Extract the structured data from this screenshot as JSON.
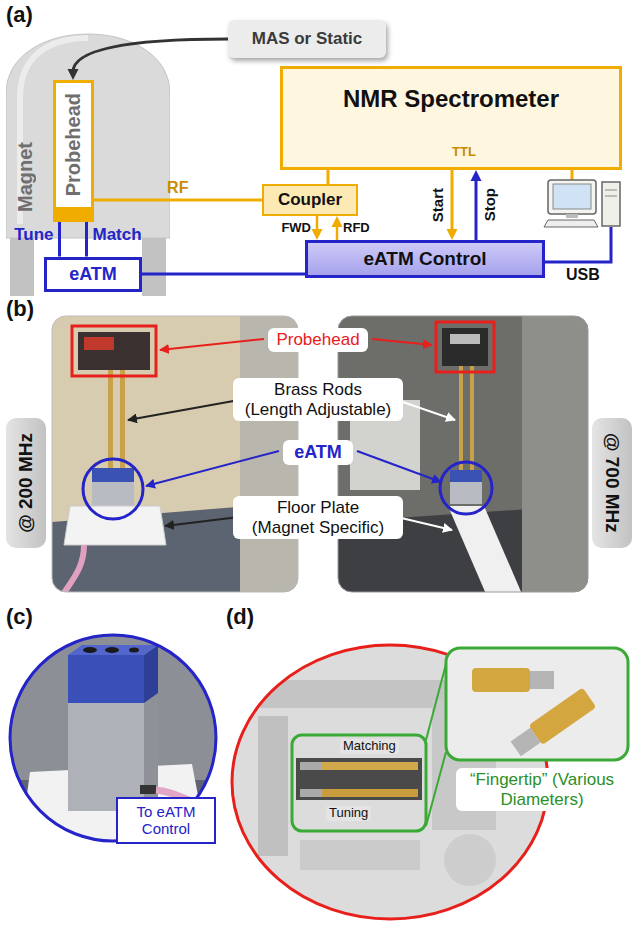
{
  "diagram": {
    "nodes": [
      {
        "text": [
          "MAS or Static"
        ]
      },
      {
        "text": [
          "Magnet"
        ]
      },
      {
        "text": [
          "Probehead"
        ],
        "in": 1
      },
      {
        "text": [
          "NMR Spectrometer",
          "TTL"
        ]
      },
      {
        "text": [
          "Coupler"
        ]
      },
      {
        "text": [
          "eATM"
        ]
      },
      {
        "text": [
          "eATM Control"
        ]
      },
      {
        "text": [
          "@ 200 MHz"
        ]
      },
      {
        "text": [
          "@ 700 MHz"
        ]
      },
      {
        "text": [
          "To eATM Control"
        ]
      }
    ],
    "edges": [
      {
        "from": 0,
        "to": 2,
        "arrow": "to"
      },
      {
        "from": 2,
        "to": 4,
        "label": "RF",
        "arrow": "none"
      },
      {
        "from": 2,
        "to": 5,
        "label": "Tune",
        "arrow": "none"
      },
      {
        "from": 2,
        "to": 5,
        "label": "Match",
        "arrow": "none"
      },
      {
        "from": 5,
        "to": 6,
        "arrow": "none"
      },
      {
        "from": 3,
        "to": 4,
        "arrow": "none"
      },
      {
        "from": 4,
        "to": 6,
        "label": "FWD",
        "arrow": "to"
      },
      {
        "from": 6,
        "to": 4,
        "label": "RFD",
        "arrow": "to"
      },
      {
        "from": 3,
        "to": 6,
        "label": "Start",
        "arrow": "to"
      },
      {
        "from": 6,
        "to": 3,
        "label": "Stop",
        "arrow": "to"
      }
    ],
    "labels": [
      "(a)",
      "USB",
      "(b)",
      "Probehead",
      "Brass Rods (Length Adjustable)",
      "eATM",
      "Floor Plate (Magnet Specific)",
      "(c)",
      "(d)",
      "Matching",
      "Tuning",
      "“Fingertip” (Various Diameters)"
    ]
  }
}
